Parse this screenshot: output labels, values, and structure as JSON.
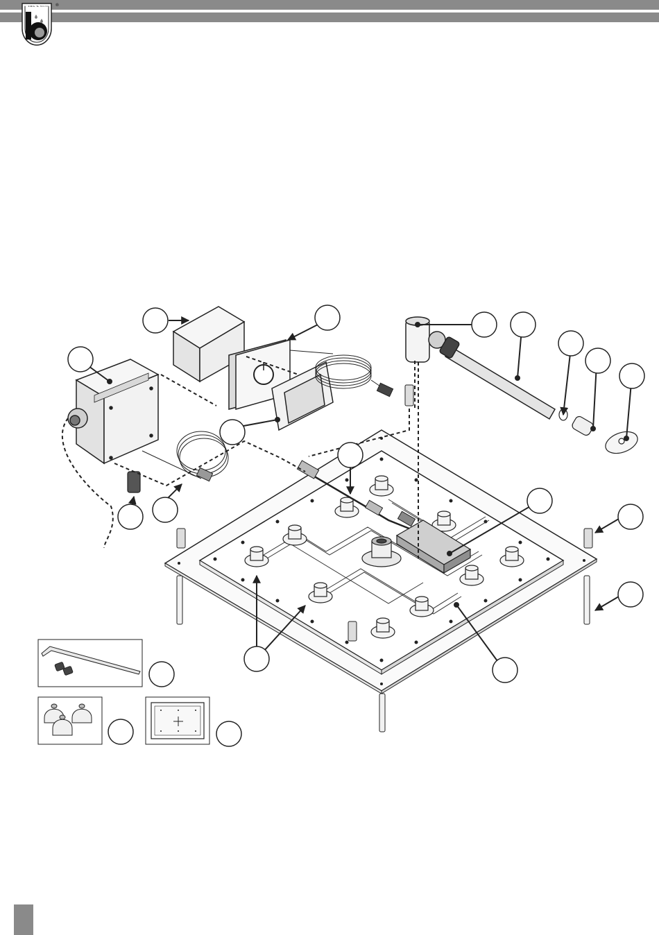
{
  "brand": {
    "name": "BOSSINI",
    "registered_mark": "®"
  },
  "colors": {
    "header_band": "#8a8a8a",
    "line": "#222222",
    "part_fill": "#f2f2f2",
    "shade": "#bdbdbd"
  },
  "diagram": {
    "callouts": [
      {
        "id": "c1",
        "label": ""
      },
      {
        "id": "c2",
        "label": ""
      },
      {
        "id": "c3",
        "label": ""
      },
      {
        "id": "c4",
        "label": ""
      },
      {
        "id": "c5",
        "label": ""
      },
      {
        "id": "c6",
        "label": ""
      },
      {
        "id": "c7",
        "label": ""
      },
      {
        "id": "c8",
        "label": ""
      },
      {
        "id": "c9",
        "label": ""
      },
      {
        "id": "c10",
        "label": ""
      },
      {
        "id": "c11",
        "label": ""
      },
      {
        "id": "c12",
        "label": ""
      },
      {
        "id": "c13",
        "label": ""
      },
      {
        "id": "c14",
        "label": ""
      },
      {
        "id": "c15",
        "label": ""
      },
      {
        "id": "c16",
        "label": ""
      },
      {
        "id": "c17",
        "label": ""
      },
      {
        "id": "c18",
        "label": ""
      },
      {
        "id": "c19",
        "label": ""
      },
      {
        "id": "c20",
        "label": ""
      },
      {
        "id": "c21",
        "label": ""
      }
    ]
  }
}
